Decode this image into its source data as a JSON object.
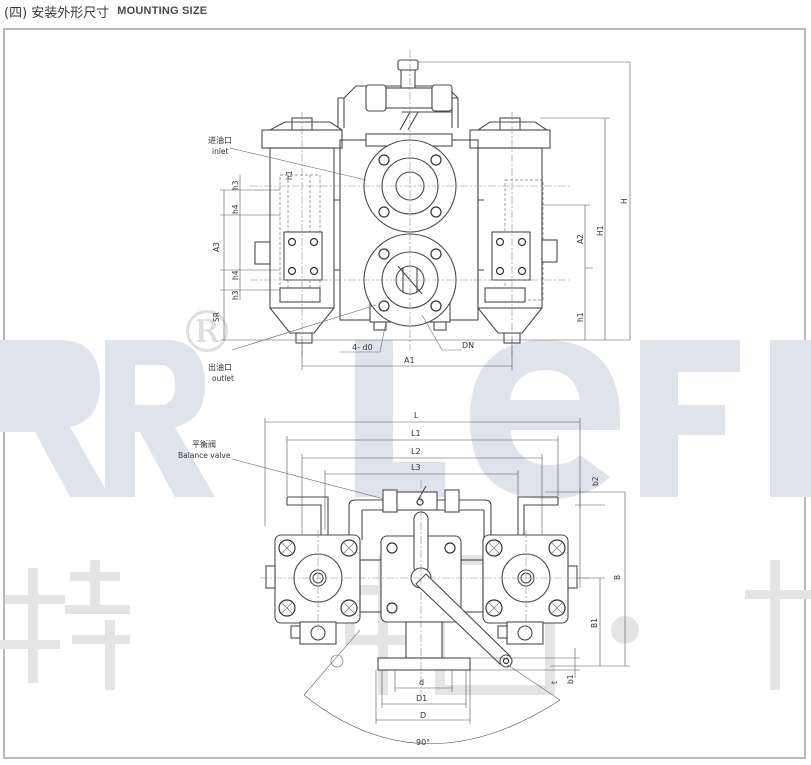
{
  "header": {
    "title_cn": "(四) 安装外形尺寸",
    "title_en": "MOUNTING SIZE"
  },
  "watermark": {
    "latin_text": "ZRR LEEFI",
    "registered_mark": "®",
    "cn_text": [
      "特",
      "中",
      "国",
      "•",
      "利"
    ],
    "color": "#dfe3ec"
  },
  "front_view": {
    "callouts": {
      "inlet_cn": "进油口",
      "inlet_en": "inlet",
      "outlet_cn": "出油口",
      "outlet_en": "outlet",
      "bolt_holes": "4- d0",
      "nominal_diameter": "DN"
    },
    "dimensions_left": [
      "h3",
      "h4",
      "A3",
      "h4",
      "h3",
      "SR"
    ],
    "dimension_top_small": "h1",
    "dimension_bottom": "A1",
    "dimensions_right": [
      "A2",
      "h1",
      "H1",
      "H"
    ]
  },
  "top_view": {
    "callouts": {
      "balance_valve_cn": "平衡阀",
      "balance_valve_en": "Balance valve"
    },
    "dimensions_horizontal": [
      "L",
      "L1",
      "L2",
      "L3"
    ],
    "dimensions_right": [
      "b2",
      "B",
      "B1",
      "t",
      "b1"
    ],
    "dimensions_flange": [
      "d",
      "D1",
      "D"
    ],
    "angle": "90°"
  },
  "colors": {
    "line": "#4a4a4a",
    "frame": "#b9b9b9",
    "watermark": "#dfe3ec"
  }
}
